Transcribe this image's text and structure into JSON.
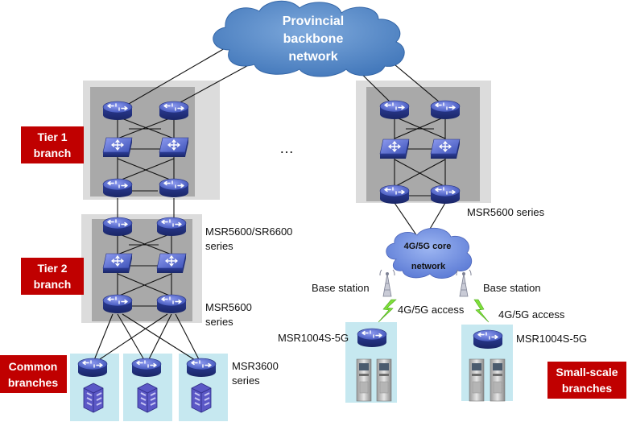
{
  "cloud": {
    "line1": "Provincial",
    "line2": "backbone",
    "line3": "network"
  },
  "ellipsis": "…",
  "tags": {
    "tier1_line1": "Tier 1",
    "tier1_line2": "branch",
    "tier2_line1": "Tier 2",
    "tier2_line2": "branch",
    "common_line1": "Common",
    "common_line2": "branches",
    "small_line1": "Small-scale",
    "small_line2": "branches"
  },
  "labels": {
    "msr5600_sr6600_line1": "MSR5600/SR6600",
    "msr5600_sr6600_line2": "series",
    "msr5600_line1": "MSR5600",
    "msr5600_line2": "series",
    "msr3600_line1": "MSR3600",
    "msr3600_line2": "series",
    "msr5600_right": "MSR5600 series",
    "core_line1": "4G/5G core",
    "core_line2": "network",
    "base_station_left": "Base station",
    "base_station_right": "Base station",
    "access_left": "4G/5G access",
    "access_right": "4G/5G access",
    "msr1004s_left": "MSR1004S-5G",
    "msr1004s_right": "MSR1004S-5G"
  },
  "colors": {
    "tag_red": "#C00000",
    "cloud_blue": "#4F86C6",
    "router_blue": "#3D52B8",
    "outer_box": "#DCDCDC",
    "inner_box": "#A9A9A9",
    "branch_box": "#C6E8F0",
    "lightning": "#7FE03A"
  }
}
